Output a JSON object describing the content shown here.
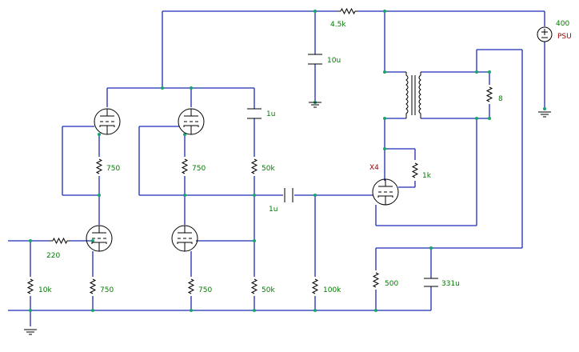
{
  "labels": {
    "r_psu": "4.5k",
    "c_psu": "10u",
    "psu_voltage": "400",
    "psu_name": "PSU",
    "r_load": "8",
    "c_top": "1u",
    "r_ak1": "750",
    "r_ak2": "750",
    "r_plate": "50k",
    "x4": "X4",
    "r_1k": "1k",
    "c_couple": "1u",
    "r_in": "220",
    "r_grid": "10k",
    "r_k1": "750",
    "r_k2": "750",
    "r_bot": "50k",
    "r_100k": "100k",
    "r_500": "500",
    "c_331": "331u"
  }
}
